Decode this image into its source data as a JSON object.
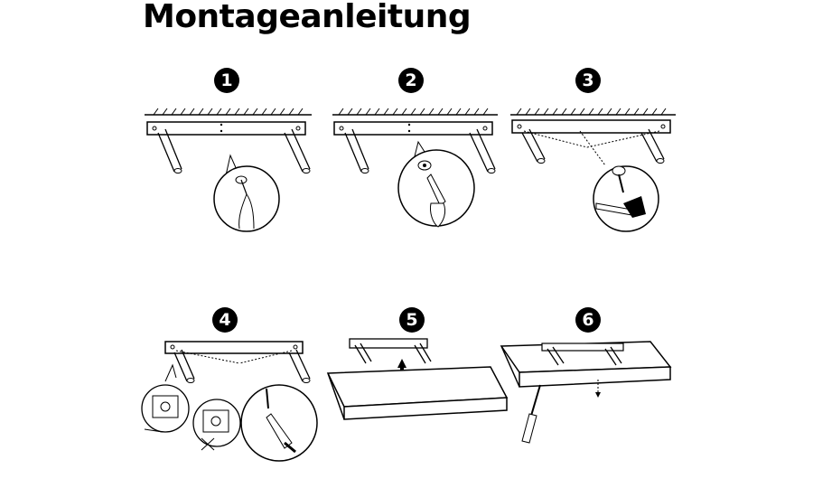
{
  "header": {
    "title": "Montageanleitung"
  },
  "steps": [
    {
      "number": "1",
      "action": "mark-and-drill"
    },
    {
      "number": "2",
      "action": "drill"
    },
    {
      "number": "3",
      "action": "insert-dowels"
    },
    {
      "number": "4",
      "action": "screw-bracket"
    },
    {
      "number": "5",
      "action": "slide-shelf"
    },
    {
      "number": "6",
      "action": "fix-screw"
    }
  ]
}
